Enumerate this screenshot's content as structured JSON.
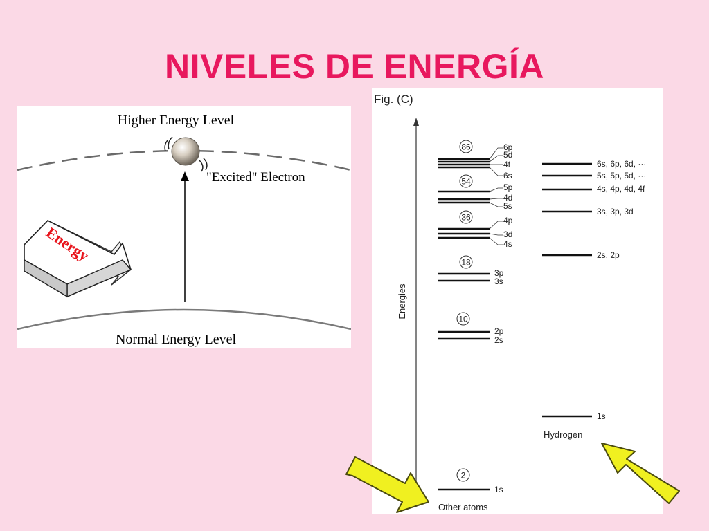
{
  "title": "NIVELES DE ENERGÍA",
  "colors": {
    "background": "#fbd9e6",
    "title": "#e8185e",
    "energy_text": "#e8141c",
    "arrow_fill": "#f0f020",
    "arrow_stroke": "#4a4a10"
  },
  "left_diagram": {
    "higher_label": "Higher Energy Level",
    "excited_label": "\"Excited\" Electron",
    "normal_label": "Normal Energy Level",
    "energy_word": "Energy",
    "icons": [
      "electron-sphere-icon",
      "energy-3d-arrow-icon",
      "upward-arrow-icon"
    ]
  },
  "right_diagram": {
    "fig_label": "Fig. (C)",
    "axis_label": "Energies",
    "other_atoms_label": "Other atoms",
    "hydrogen_label": "Hydrogen",
    "other_atoms_groups": [
      {
        "number": "86",
        "labels": [
          "6p",
          "5d",
          "4f",
          "6s"
        ]
      },
      {
        "number": "54",
        "labels": [
          "5p",
          "4d",
          "5s"
        ]
      },
      {
        "number": "36",
        "labels": [
          "4p",
          "3d",
          "4s"
        ]
      },
      {
        "number": "18",
        "labels": [
          "3p",
          "3s"
        ]
      },
      {
        "number": "10",
        "labels": [
          "2p",
          "2s"
        ]
      },
      {
        "number": "2",
        "labels": [
          "1s"
        ]
      }
    ],
    "hydrogen_levels": [
      "6s, 6p, 6d, ···",
      "5s, 5p, 5d, ···",
      "4s, 4p, 4d, 4f",
      "3s, 3p, 3d",
      "2s, 2p",
      "1s"
    ]
  }
}
